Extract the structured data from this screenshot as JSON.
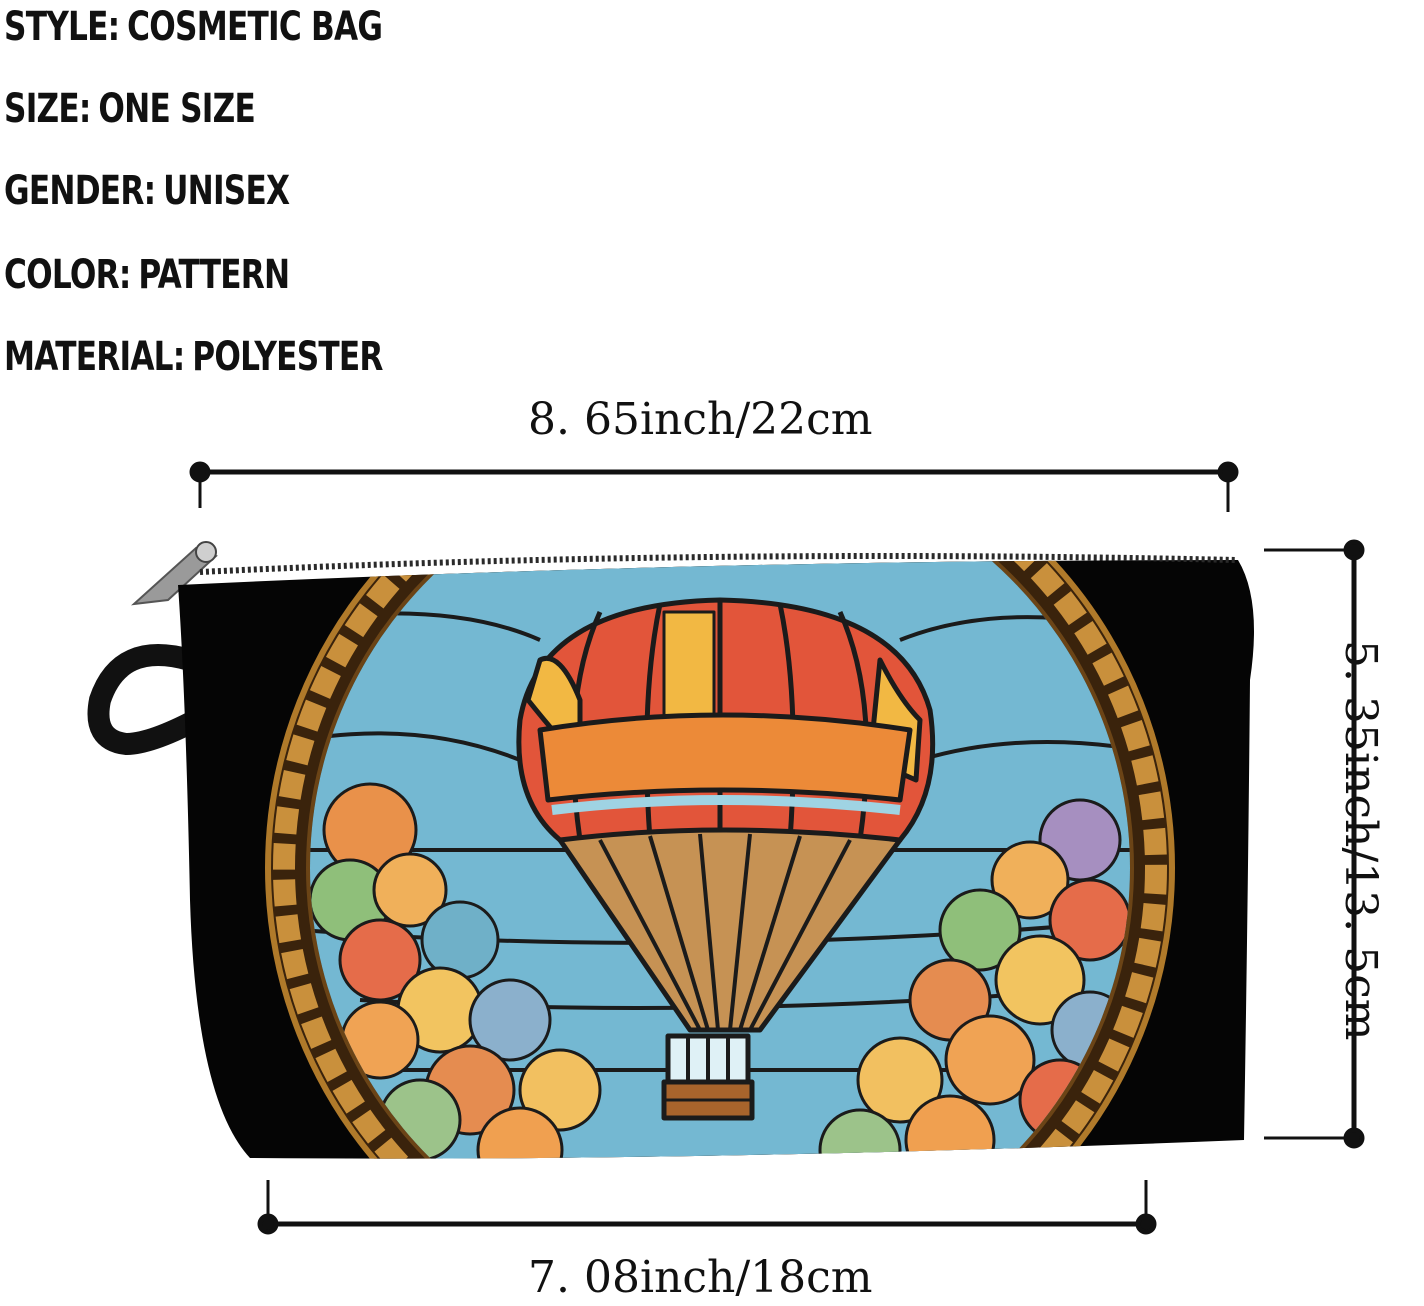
{
  "specs": [
    {
      "label": "STYLE:",
      "value": "COSMETIC BAG"
    },
    {
      "label": "SIZE:",
      "value": "ONE SIZE"
    },
    {
      "label": "GENDER:",
      "value": "UNISEX"
    },
    {
      "label": "COLOR:",
      "value": "PATTERN"
    },
    {
      "label": "MATERIAL:",
      "value": "POLYESTER"
    }
  ],
  "dimensions": {
    "top_width": "8. 65inch/22cm",
    "height": "5. 35inch/13. 5cm",
    "bottom_width": "7. 08inch/18cm"
  },
  "colors": {
    "bag": "#050505",
    "sky": "#74b8d2",
    "frame_gold": "#b07a2a",
    "balloon_red": "#e2553a",
    "balloon_yellow": "#f2b843",
    "balloon_orange": "#ec8a38",
    "basket": "#a8642c"
  }
}
